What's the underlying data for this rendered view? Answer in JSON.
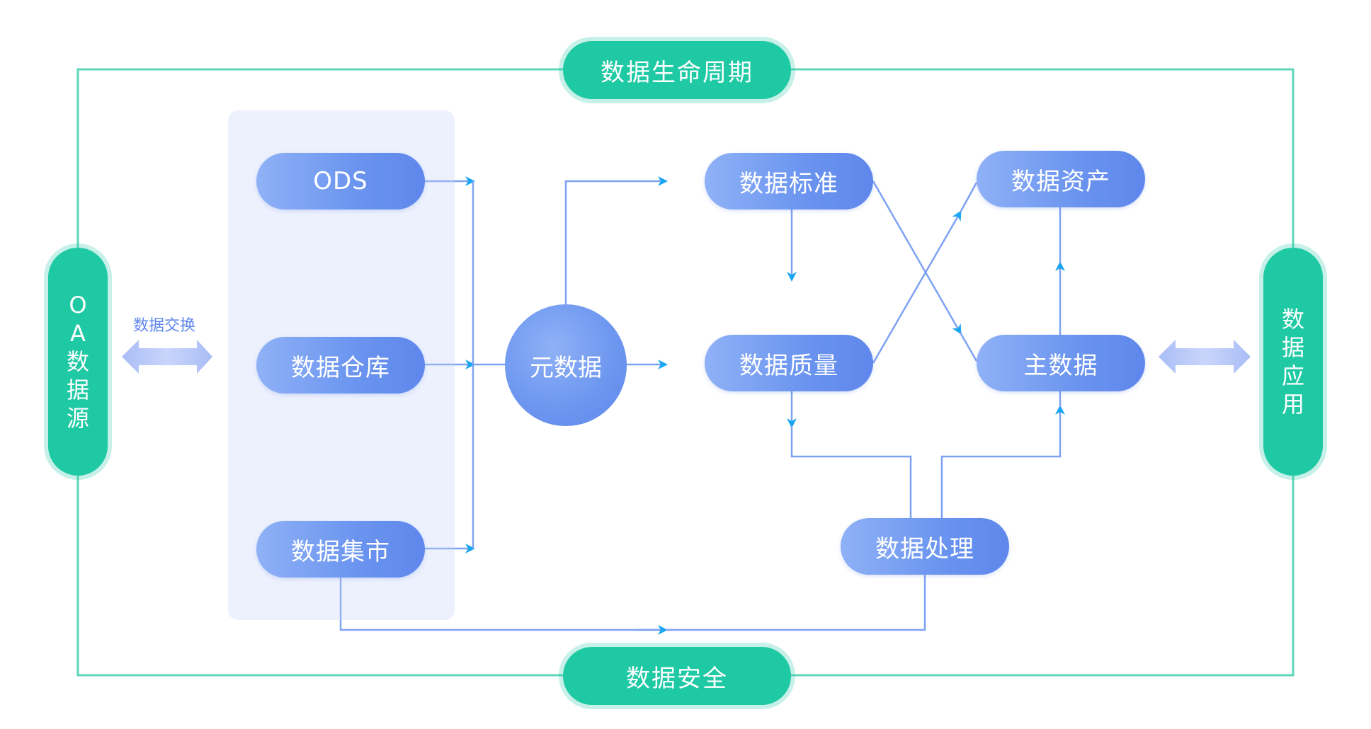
{
  "diagram": {
    "top_label": "数据生命周期",
    "bottom_label": "数据安全",
    "left_label": "OA数据源",
    "right_label": "数据应用",
    "exchange_label": "数据交换",
    "sources": [
      "ODS",
      "数据仓库",
      "数据集市"
    ],
    "center": "元数据",
    "standard": "数据标准",
    "quality": "数据质量",
    "asset": "数据资产",
    "master": "主数据",
    "processing": "数据处理"
  },
  "colors": {
    "frame": "#5ed6b8",
    "green": "#1fc9a4",
    "node_blue": "#6a94ef",
    "line": "#7ea2f2",
    "arrow": "#1aa6f0",
    "panel": "#c4d3f8"
  }
}
